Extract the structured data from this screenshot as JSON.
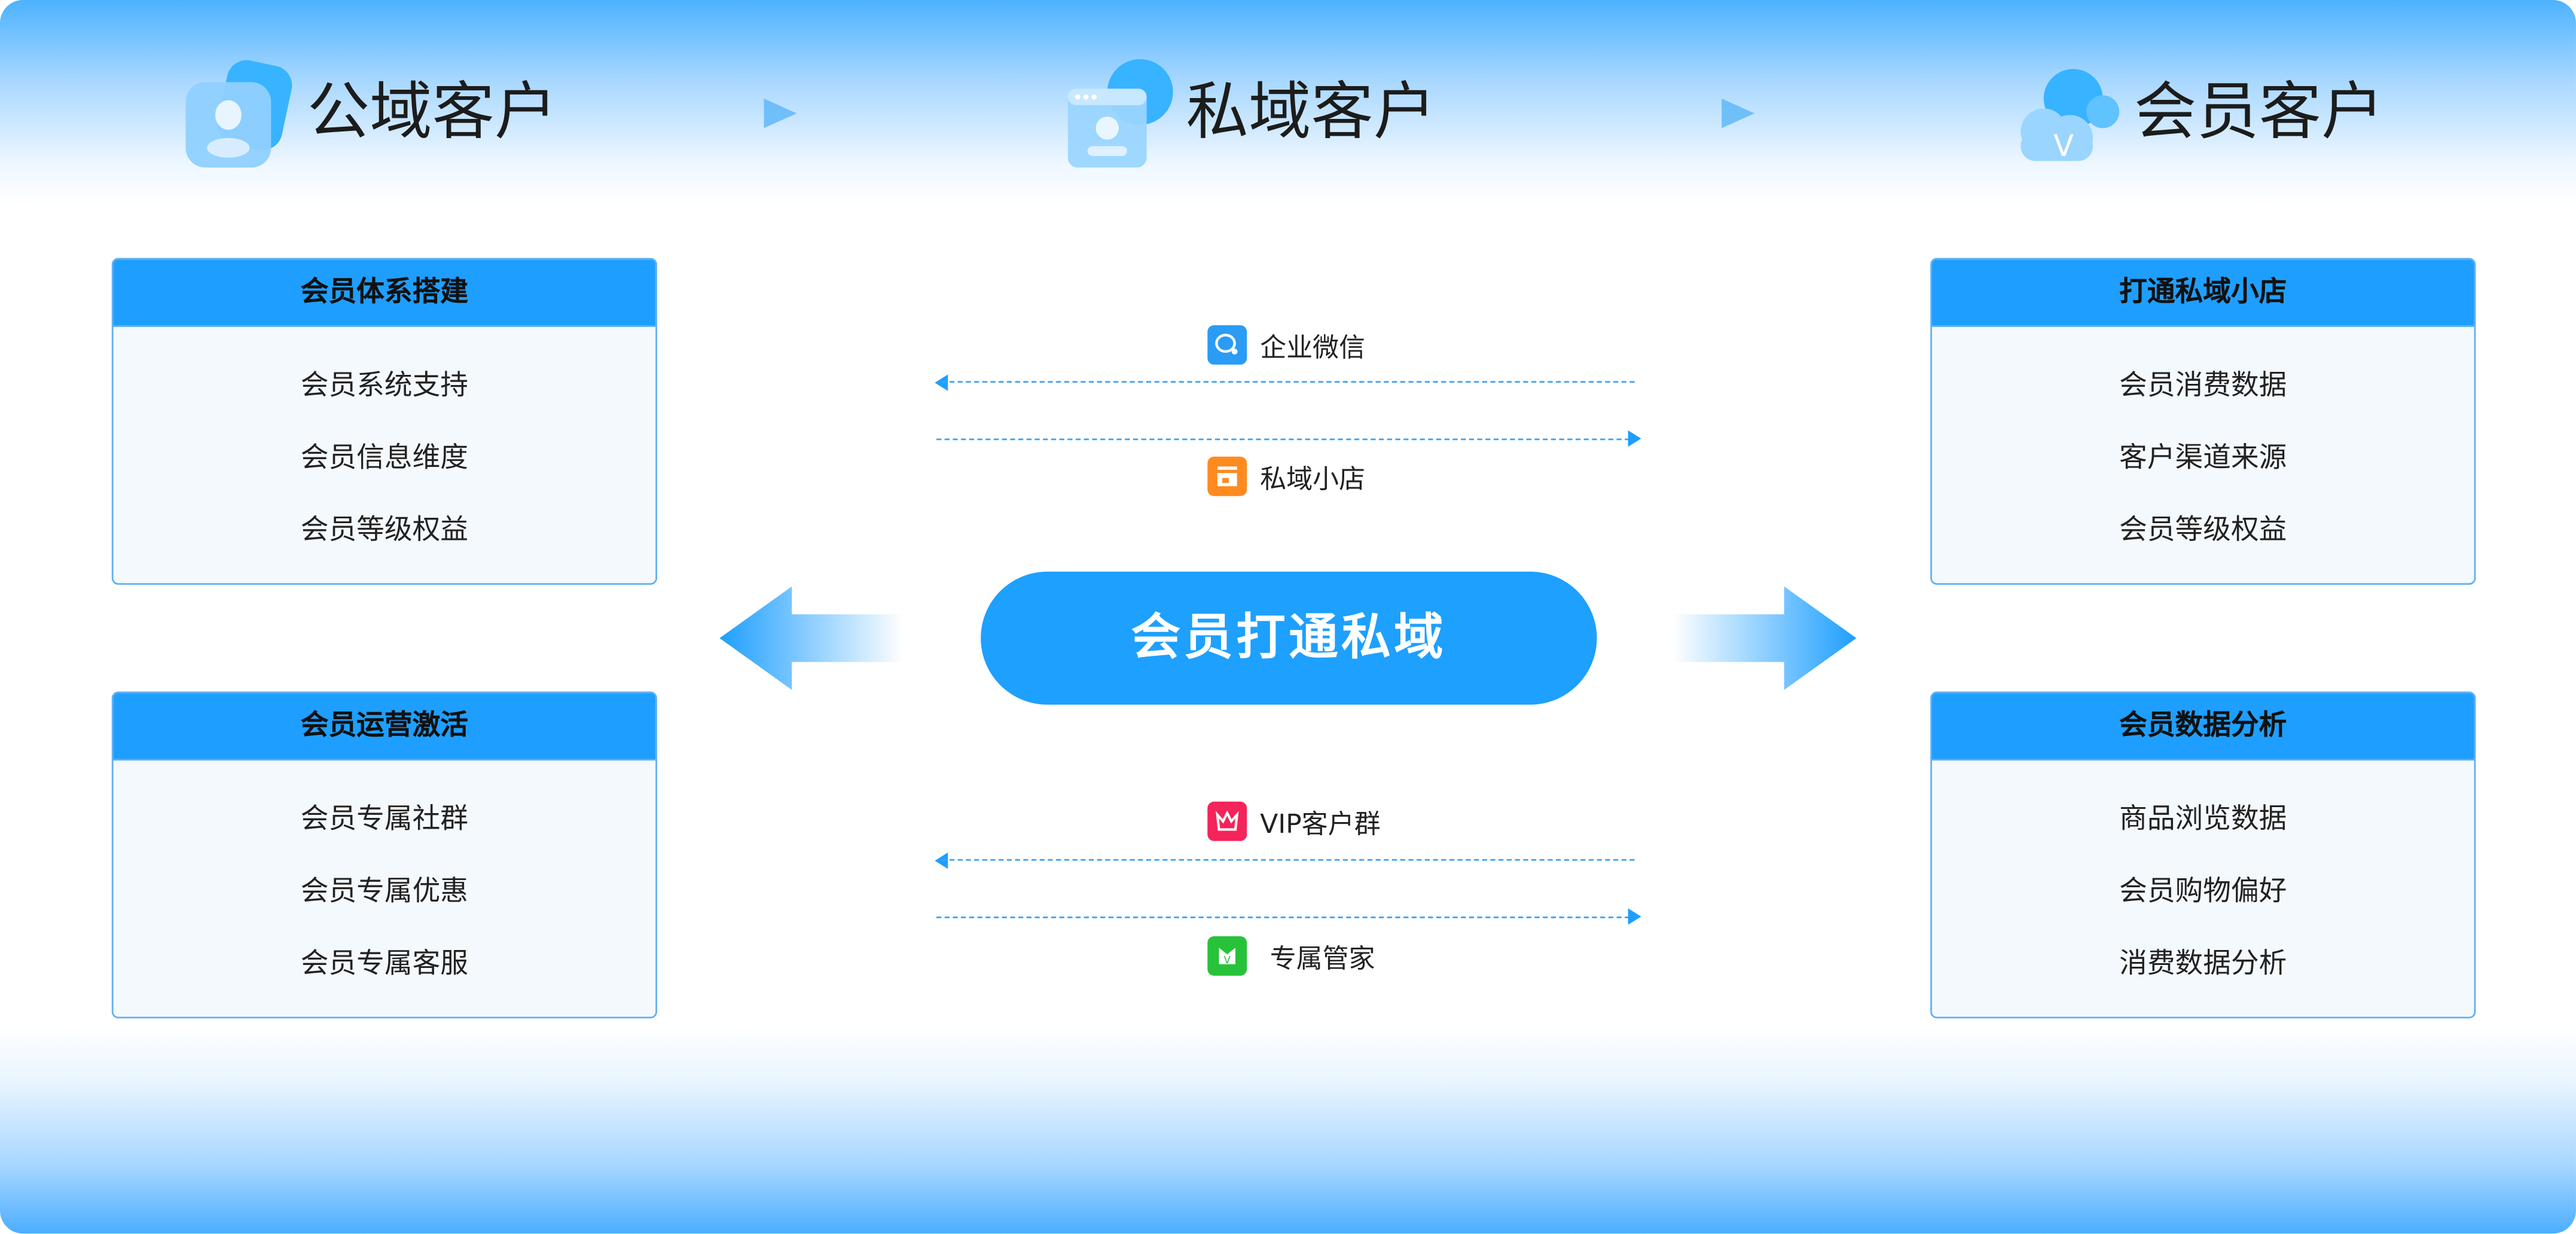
{
  "header": {
    "stages": [
      {
        "title": "公域客户",
        "icon": "user-card-icon"
      },
      {
        "title": "私域客户",
        "icon": "browser-user-icon"
      },
      {
        "title": "会员客户",
        "icon": "vip-cloud-icon",
        "icon_text": "V"
      }
    ]
  },
  "left_boxes": [
    {
      "title": "会员体系搭建",
      "items": [
        "会员系统支持",
        "会员信息维度",
        "会员等级权益"
      ]
    },
    {
      "title": "会员运营激活",
      "items": [
        "会员专属社群",
        "会员专属优惠",
        "会员专属客服"
      ]
    }
  ],
  "right_boxes": [
    {
      "title": "打通私域小店",
      "items": [
        "会员消费数据",
        "客户渠道来源",
        "会员等级权益"
      ]
    },
    {
      "title": "会员数据分析",
      "items": [
        "商品浏览数据",
        "会员购物偏好",
        "消费数据分析"
      ]
    }
  ],
  "center": {
    "title": "会员打通私域",
    "channels": [
      {
        "label": "企业微信",
        "icon": "wecom-icon",
        "color": "#2a9cf5"
      },
      {
        "label": "私域小店",
        "icon": "store-icon",
        "color": "#ff8a1f"
      },
      {
        "label": "VIP客户群",
        "icon": "crown-icon",
        "color": "#f5245a"
      },
      {
        "label": "专属管家",
        "icon": "butler-icon",
        "color": "#27c23a"
      }
    ]
  },
  "colors": {
    "accent": "#1e9fff",
    "border": "#5fb0f2"
  }
}
